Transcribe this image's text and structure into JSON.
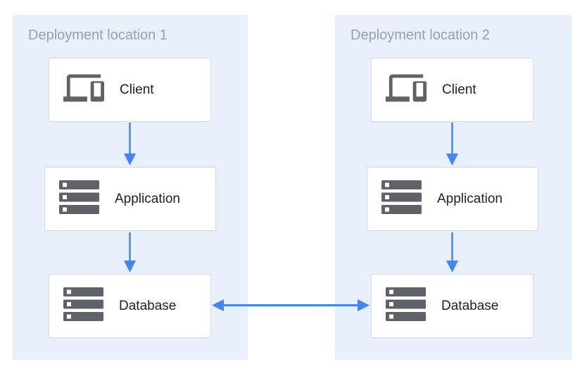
{
  "theme": {
    "canvas_bg": "#ffffff",
    "zone_bg": "#e8f1fb",
    "zone_label_color": "#9aa0a6",
    "node_bg": "#ffffff",
    "node_border": "#d8dade",
    "node_text": "#202124",
    "icon_gray": "#5f6368",
    "accent": "#4285f4"
  },
  "zones": [
    {
      "label": "Deployment location 1",
      "nodes": [
        {
          "id": "client-1",
          "label": "Client",
          "icon": "devices-icon"
        },
        {
          "id": "app-1",
          "label": "Application",
          "icon": "server-stack-icon"
        },
        {
          "id": "db-1",
          "label": "Database",
          "icon": "server-stack-icon"
        }
      ]
    },
    {
      "label": "Deployment location 2",
      "nodes": [
        {
          "id": "client-2",
          "label": "Client",
          "icon": "devices-icon"
        },
        {
          "id": "app-2",
          "label": "Application",
          "icon": "server-stack-icon"
        },
        {
          "id": "db-2",
          "label": "Database",
          "icon": "server-stack-icon"
        }
      ]
    }
  ],
  "connections": [
    {
      "from": "client-1",
      "to": "app-1",
      "type": "arrow"
    },
    {
      "from": "app-1",
      "to": "db-1",
      "type": "arrow"
    },
    {
      "from": "client-2",
      "to": "app-2",
      "type": "arrow"
    },
    {
      "from": "app-2",
      "to": "db-2",
      "type": "arrow"
    },
    {
      "from": "db-1",
      "to": "db-2",
      "type": "double-arrow"
    }
  ]
}
